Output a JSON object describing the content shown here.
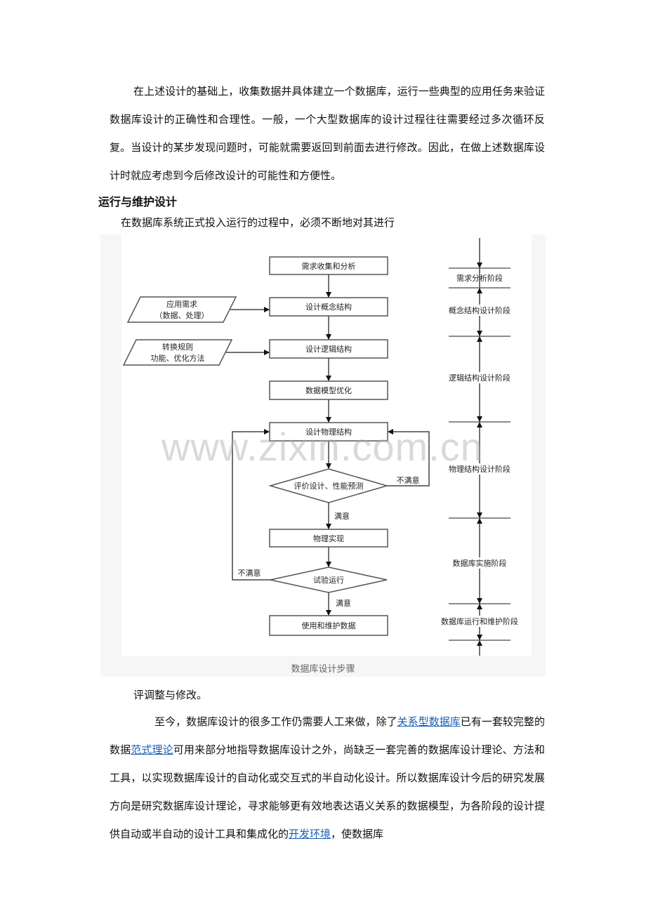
{
  "paragraph1": "在上述设计的基础上，收集数据并具体建立一个数据库，运行一些典型的应用任务来验证数据库设计的正确性和合理性。一般，一个大型数据库的设计过程往往需要经过多次循环反复。当设计的某步发现问题时，可能就需要返回到前面去进行修改。因此，在做上述数据库设计时就应考虑到今后修改设计的可能性和方便性。",
  "heading": "运行与维护设计",
  "intro_line": "在数据库系统正式投入运行的过程中，必须不断地对其进行",
  "figure": {
    "caption": "数据库设计步骤",
    "watermark": "www.zixin.com.cn",
    "steps": {
      "s1": "需求收集和分析",
      "s2": "设计概念结构",
      "s3": "设计逻辑结构",
      "s4": "数据模型优化",
      "s5": "设计物理结构",
      "d1": "评价设计、性能预测",
      "s6": "物理实现",
      "d2": "试验运行",
      "s7": "使用和维护数据"
    },
    "inputs": {
      "in1_line1": "应用需求",
      "in1_line2": "（数据、处理）",
      "in2_line1": "转换规则",
      "in2_line2": "功能、优化方法"
    },
    "labels": {
      "unsatisfied1": "不满意",
      "satisfied1": "满意",
      "unsatisfied2": "不满意",
      "satisfied2": "满意"
    },
    "phases": [
      "需求分析阶段",
      "概念结构设计阶段",
      "逻辑结构设计阶段",
      "物理结构设计阶段",
      "数据库实施阶段",
      "数据库运行和维护阶段"
    ]
  },
  "continuation": "评调整与修改。",
  "paragraph2": {
    "t1": "至今，数据库设计的很多工作仍需要人工来做，除了",
    "link1": "关系型数据库",
    "t2": "已有一套较完整的数据",
    "link2": "范式理论",
    "t3": "可用来部分地指导数据库设计之外，尚缺乏一套完善的数据库设计理论、方法和工具，以实现数据库设计的自动化或交互式的半自动化设计。所以数据库设计今后的研究发展方向是研究数据库设计理论，寻求能够更有效地表达语义关系的数据模型，为各阶段的设计提供自动或半自动的设计工具和集成化的",
    "link3": "开发环境",
    "t4": "，使数据库"
  },
  "colors": {
    "link": "#1a5fb4",
    "figure_bg": "#f6f6f6",
    "caption": "#666666"
  }
}
